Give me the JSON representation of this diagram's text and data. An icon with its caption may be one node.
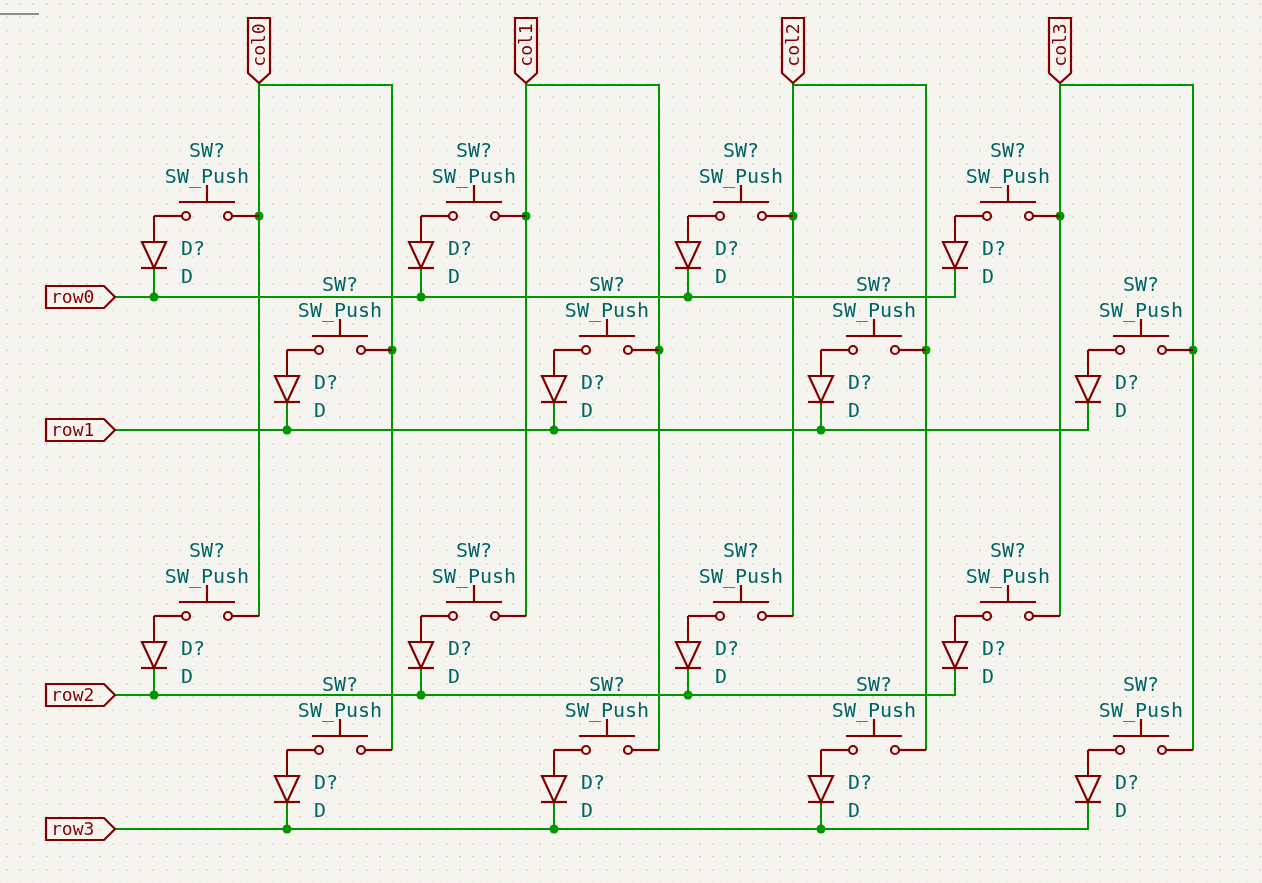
{
  "diagram": {
    "nodes": [
      {
        "text": [
          "col0"
        ]
      },
      {
        "text": [
          "col1"
        ]
      },
      {
        "text": [
          "col2"
        ]
      },
      {
        "text": [
          "col3"
        ]
      },
      {
        "text": [
          "row0"
        ]
      },
      {
        "text": [
          "row1"
        ]
      },
      {
        "text": [
          "row2"
        ]
      },
      {
        "text": [
          "row3"
        ]
      },
      {
        "text": [],
        "shape": "switch",
        "beside": [
          "SW?",
          "SW_Push"
        ]
      },
      {
        "text": [],
        "shape": "diode",
        "beside": [
          "D?",
          "D"
        ]
      },
      {
        "text": [],
        "shape": "switch",
        "beside": [
          "SW?",
          "SW_Push"
        ]
      },
      {
        "text": [],
        "shape": "diode",
        "beside": [
          "D?",
          "D"
        ]
      },
      {
        "text": [],
        "shape": "switch",
        "beside": [
          "SW?",
          "SW_Push"
        ]
      },
      {
        "text": [],
        "shape": "diode",
        "beside": [
          "D?",
          "D"
        ]
      },
      {
        "text": [],
        "shape": "switch",
        "beside": [
          "SW?",
          "SW_Push"
        ]
      },
      {
        "text": [],
        "shape": "diode",
        "beside": [
          "D?",
          "D"
        ]
      },
      {
        "text": [],
        "shape": "switch",
        "beside": [
          "SW?",
          "SW_Push"
        ]
      },
      {
        "text": [],
        "shape": "diode",
        "beside": [
          "D?",
          "D"
        ]
      },
      {
        "text": [],
        "shape": "switch",
        "beside": [
          "SW?",
          "SW_Push"
        ]
      },
      {
        "text": [],
        "shape": "diode",
        "beside": [
          "D?",
          "D"
        ]
      },
      {
        "text": [],
        "shape": "switch",
        "beside": [
          "SW?",
          "SW_Push"
        ]
      },
      {
        "text": [],
        "shape": "diode",
        "beside": [
          "D?",
          "D"
        ]
      },
      {
        "text": [],
        "shape": "switch",
        "beside": [
          "SW?",
          "SW_Push"
        ]
      },
      {
        "text": [],
        "shape": "diode",
        "beside": [
          "D?",
          "D"
        ]
      },
      {
        "text": [],
        "shape": "switch",
        "beside": [
          "SW?",
          "SW_Push"
        ]
      },
      {
        "text": [],
        "shape": "diode",
        "beside": [
          "D?",
          "D"
        ]
      },
      {
        "text": [],
        "shape": "switch",
        "beside": [
          "SW?",
          "SW_Push"
        ]
      },
      {
        "text": [],
        "shape": "diode",
        "beside": [
          "D?",
          "D"
        ]
      },
      {
        "text": [],
        "shape": "switch",
        "beside": [
          "SW?",
          "SW_Push"
        ]
      },
      {
        "text": [],
        "shape": "diode",
        "beside": [
          "D?",
          "D"
        ]
      },
      {
        "text": [],
        "shape": "switch",
        "beside": [
          "SW?",
          "SW_Push"
        ]
      },
      {
        "text": [],
        "shape": "diode",
        "beside": [
          "D?",
          "D"
        ]
      },
      {
        "text": [],
        "shape": "switch",
        "beside": [
          "SW?",
          "SW_Push"
        ]
      },
      {
        "text": [],
        "shape": "diode",
        "beside": [
          "D?",
          "D"
        ]
      },
      {
        "text": [],
        "shape": "switch",
        "beside": [
          "SW?",
          "SW_Push"
        ]
      },
      {
        "text": [],
        "shape": "diode",
        "beside": [
          "D?",
          "D"
        ]
      },
      {
        "text": [],
        "shape": "switch",
        "beside": [
          "SW?",
          "SW_Push"
        ]
      },
      {
        "text": [],
        "shape": "diode",
        "beside": [
          "D?",
          "D"
        ]
      },
      {
        "text": [],
        "shape": "switch",
        "beside": [
          "SW?",
          "SW_Push"
        ]
      },
      {
        "text": [],
        "shape": "diode",
        "beside": [
          "D?",
          "D"
        ]
      }
    ],
    "edges": [
      {
        "from": 0,
        "to": 8,
        "arrow": "other"
      },
      {
        "from": 8,
        "to": 9,
        "arrow": "none",
        "color": "#840000"
      },
      {
        "from": 9,
        "to": 4,
        "arrow": "none"
      },
      {
        "from": 1,
        "to": 10,
        "arrow": "other"
      },
      {
        "from": 10,
        "to": 11,
        "arrow": "none",
        "color": "#840000"
      },
      {
        "from": 11,
        "to": 4,
        "arrow": "none"
      },
      {
        "from": 2,
        "to": 12,
        "arrow": "other"
      },
      {
        "from": 12,
        "to": 13,
        "arrow": "none",
        "color": "#840000"
      },
      {
        "from": 13,
        "to": 4,
        "arrow": "none"
      },
      {
        "from": 3,
        "to": 14,
        "arrow": "other"
      },
      {
        "from": 14,
        "to": 15,
        "arrow": "none",
        "color": "#840000"
      },
      {
        "from": 15,
        "to": 4,
        "arrow": "none"
      },
      {
        "from": 0,
        "to": 16,
        "arrow": "other"
      },
      {
        "from": 16,
        "to": 17,
        "arrow": "none",
        "color": "#840000"
      },
      {
        "from": 17,
        "to": 5,
        "arrow": "none"
      },
      {
        "from": 1,
        "to": 18,
        "arrow": "other"
      },
      {
        "from": 18,
        "to": 19,
        "arrow": "none",
        "color": "#840000"
      },
      {
        "from": 19,
        "to": 5,
        "arrow": "none"
      },
      {
        "from": 2,
        "to": 20,
        "arrow": "other"
      },
      {
        "from": 20,
        "to": 21,
        "arrow": "none",
        "color": "#840000"
      },
      {
        "from": 21,
        "to": 5,
        "arrow": "none"
      },
      {
        "from": 3,
        "to": 22,
        "arrow": "other"
      },
      {
        "from": 22,
        "to": 23,
        "arrow": "none",
        "color": "#840000"
      },
      {
        "from": 23,
        "to": 5,
        "arrow": "none"
      },
      {
        "from": 0,
        "to": 24,
        "arrow": "none"
      },
      {
        "from": 24,
        "to": 25,
        "arrow": "none",
        "color": "#840000"
      },
      {
        "from": 25,
        "to": 6,
        "arrow": "none"
      },
      {
        "from": 1,
        "to": 26,
        "arrow": "none"
      },
      {
        "from": 26,
        "to": 27,
        "arrow": "none",
        "color": "#840000"
      },
      {
        "from": 27,
        "to": 6,
        "arrow": "none"
      },
      {
        "from": 2,
        "to": 28,
        "arrow": "none"
      },
      {
        "from": 28,
        "to": 29,
        "arrow": "none",
        "color": "#840000"
      },
      {
        "from": 29,
        "to": 6,
        "arrow": "none"
      },
      {
        "from": 3,
        "to": 30,
        "arrow": "none"
      },
      {
        "from": 30,
        "to": 31,
        "arrow": "none",
        "color": "#840000"
      },
      {
        "from": 31,
        "to": 6,
        "arrow": "none"
      },
      {
        "from": 0,
        "to": 32,
        "arrow": "none"
      },
      {
        "from": 32,
        "to": 33,
        "arrow": "none",
        "color": "#840000"
      },
      {
        "from": 33,
        "to": 7,
        "arrow": "none"
      },
      {
        "from": 1,
        "to": 34,
        "arrow": "none"
      },
      {
        "from": 34,
        "to": 35,
        "arrow": "none",
        "color": "#840000"
      },
      {
        "from": 35,
        "to": 7,
        "arrow": "none"
      },
      {
        "from": 2,
        "to": 36,
        "arrow": "none"
      },
      {
        "from": 36,
        "to": 37,
        "arrow": "none",
        "color": "#840000"
      },
      {
        "from": 37,
        "to": 7,
        "arrow": "none"
      },
      {
        "from": 3,
        "to": 38,
        "arrow": "none"
      },
      {
        "from": 38,
        "to": 39,
        "arrow": "none",
        "color": "#840000"
      },
      {
        "from": 39,
        "to": 7,
        "arrow": "none"
      }
    ]
  }
}
